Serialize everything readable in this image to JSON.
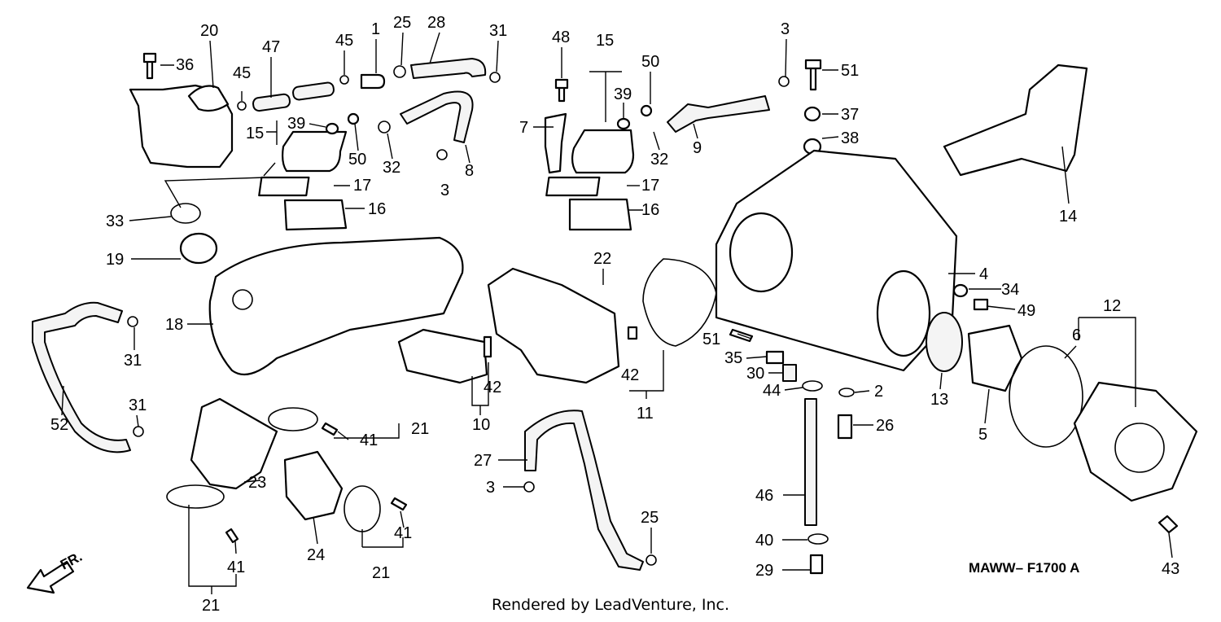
{
  "diagram": {
    "callouts": [
      "20",
      "47",
      "45",
      "1",
      "25",
      "28",
      "31",
      "36",
      "45",
      "15",
      "39",
      "50",
      "32",
      "8",
      "3",
      "17",
      "16",
      "33",
      "19",
      "18",
      "31",
      "52",
      "31",
      "48",
      "15",
      "50",
      "39",
      "7",
      "32",
      "9",
      "3",
      "17",
      "16",
      "51",
      "37",
      "38",
      "14",
      "22",
      "4",
      "34",
      "49",
      "12",
      "6",
      "51",
      "35",
      "42",
      "30",
      "44",
      "2",
      "11",
      "42",
      "10",
      "13",
      "5",
      "26",
      "21",
      "41",
      "23",
      "24",
      "41",
      "21",
      "41",
      "21",
      "27",
      "3",
      "25",
      "46",
      "40",
      "29",
      "43"
    ],
    "figure_code": "MAWW– F1700 A",
    "direction_label": "FR."
  },
  "footer": {
    "credit": "Rendered by LeadVenture, Inc."
  }
}
